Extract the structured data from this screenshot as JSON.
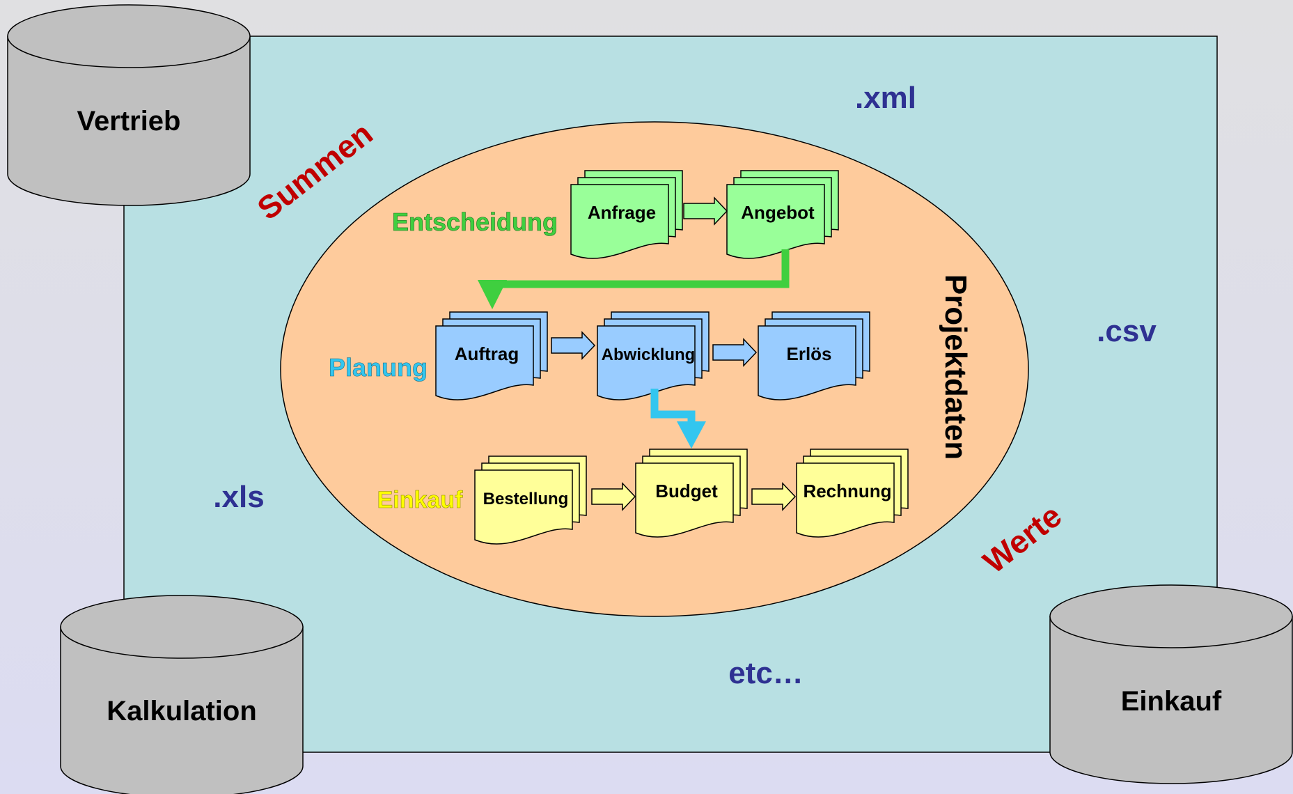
{
  "databases": {
    "vertrieb": "Vertrieb",
    "kalkulation": "Kalkulation",
    "einkauf": "Einkauf"
  },
  "formats": {
    "xml": ".xml",
    "csv": ".csv",
    "xls": ".xls",
    "etc": "etc…"
  },
  "flows": {
    "summen": "Summen",
    "werte": "Werte"
  },
  "core": {
    "title": "Projektdaten"
  },
  "stages": {
    "entscheidung": {
      "label": "Entscheidung",
      "color": "#3fcf3f",
      "docs": [
        "Anfrage",
        "Angebot"
      ]
    },
    "planung": {
      "label": "Planung",
      "color": "#33c6ef",
      "docs": [
        "Auftrag",
        "Abwicklung",
        "Erlös"
      ]
    },
    "einkauf": {
      "label": "Einkauf",
      "color": "#ffff00",
      "docs": [
        "Bestellung",
        "Budget",
        "Rechnung"
      ]
    }
  },
  "colors": {
    "panel": "#b8e0e3",
    "ellipse": "#fecb9c",
    "cylinder": "#c0c0c0",
    "format_text": "#2e3192",
    "flow_text": "#c00000",
    "doc_green": "#99ff99",
    "doc_blue": "#99ccff",
    "doc_yellow": "#ffff99",
    "arrow_green": "#3fcf3f",
    "arrow_blue": "#33c6ef"
  }
}
